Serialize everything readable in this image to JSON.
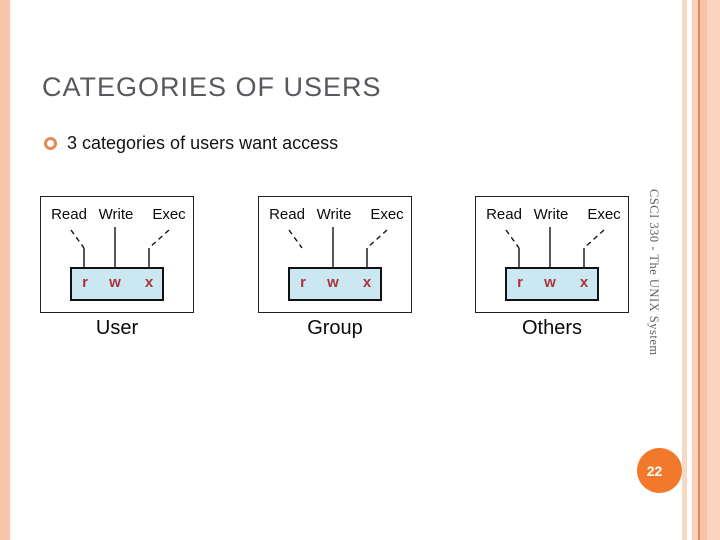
{
  "slide": {
    "title": "CATEGORIES OF USERS",
    "bullet_text": "3 categories of users want access",
    "sidebar_text": "CSCI 330 - The UNIX System",
    "page_number": "22"
  },
  "figure": {
    "perm_labels": {
      "read": "Read",
      "write": "Write",
      "exec": "Exec"
    },
    "perm_chars": {
      "r": "r",
      "w": "w",
      "x": "x"
    },
    "cards": [
      {
        "category": "User"
      },
      {
        "category": "Group"
      },
      {
        "category": "Others"
      }
    ]
  },
  "colors": {
    "accent_orange": "#f2792c",
    "left_bar_salmon": "#f7c6ac",
    "stripe_light": "#f8d8c3",
    "stripe_dark_line": "#dd8e5e",
    "stripe_medium": "#f8c2a5",
    "title_gray": "#56595e",
    "bullet_ring_orange": "#e08c53",
    "permission_box_blue": "#cbe7f2",
    "permission_char_red": "#a93439",
    "sidebar_text_gray": "#5f5f5f"
  }
}
